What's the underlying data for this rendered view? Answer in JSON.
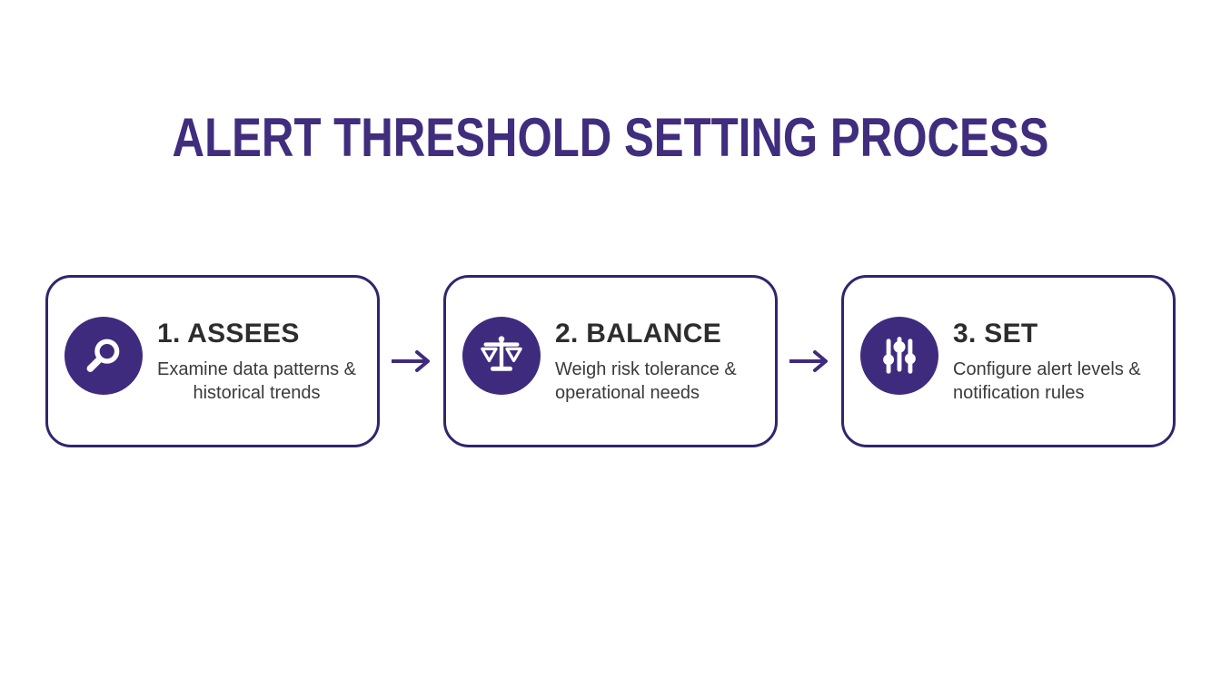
{
  "title": "ALERT THRESHOLD SETTING PROCESS",
  "colors": {
    "accent_purple": "#3f2b7e",
    "box_border": "#32246d",
    "title_text": "#402d7d",
    "heading_text": "#2d2d2d",
    "body_text": "#3a3a3a",
    "background": "#ffffff",
    "icon_glyph": "#ffffff"
  },
  "steps": [
    {
      "label": "1. ASSEES",
      "description": "Examine data patterns &\nhistorical trends",
      "icon": "magnifier-icon"
    },
    {
      "label": "2. BALANCE",
      "description": "Weigh risk tolerance &\noperational needs",
      "icon": "scales-icon"
    },
    {
      "label": "3. SET",
      "description": "Configure alert levels &\nnotification rules",
      "icon": "sliders-icon"
    }
  ],
  "connector": {
    "icon": "arrow-right-icon",
    "glyph": "→"
  }
}
